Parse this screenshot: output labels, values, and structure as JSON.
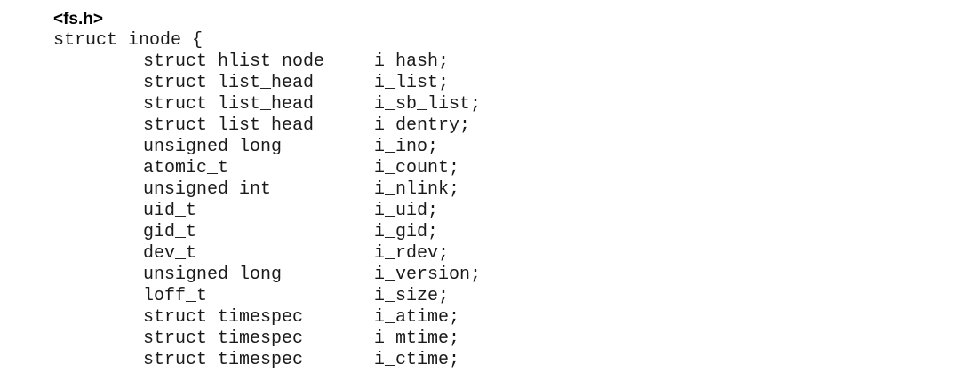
{
  "header": "<fs.h>",
  "struct_open": "struct inode {",
  "members": [
    {
      "type": "struct hlist_node",
      "name": "i_hash;"
    },
    {
      "type": "struct list_head",
      "name": "i_list;"
    },
    {
      "type": "struct list_head",
      "name": "i_sb_list;"
    },
    {
      "type": "struct list_head",
      "name": "i_dentry;"
    },
    {
      "type": "unsigned long",
      "name": "i_ino;"
    },
    {
      "type": "atomic_t",
      "name": "i_count;"
    },
    {
      "type": "unsigned int",
      "name": "i_nlink;"
    },
    {
      "type": "uid_t",
      "name": "i_uid;"
    },
    {
      "type": "gid_t",
      "name": "i_gid;"
    },
    {
      "type": "dev_t",
      "name": "i_rdev;"
    },
    {
      "type": "unsigned long",
      "name": "i_version;"
    },
    {
      "type": "loff_t",
      "name": "i_size;"
    },
    {
      "type": "struct timespec",
      "name": "i_atime;"
    },
    {
      "type": "struct timespec",
      "name": "i_mtime;"
    },
    {
      "type": "struct timespec",
      "name": "i_ctime;"
    }
  ]
}
